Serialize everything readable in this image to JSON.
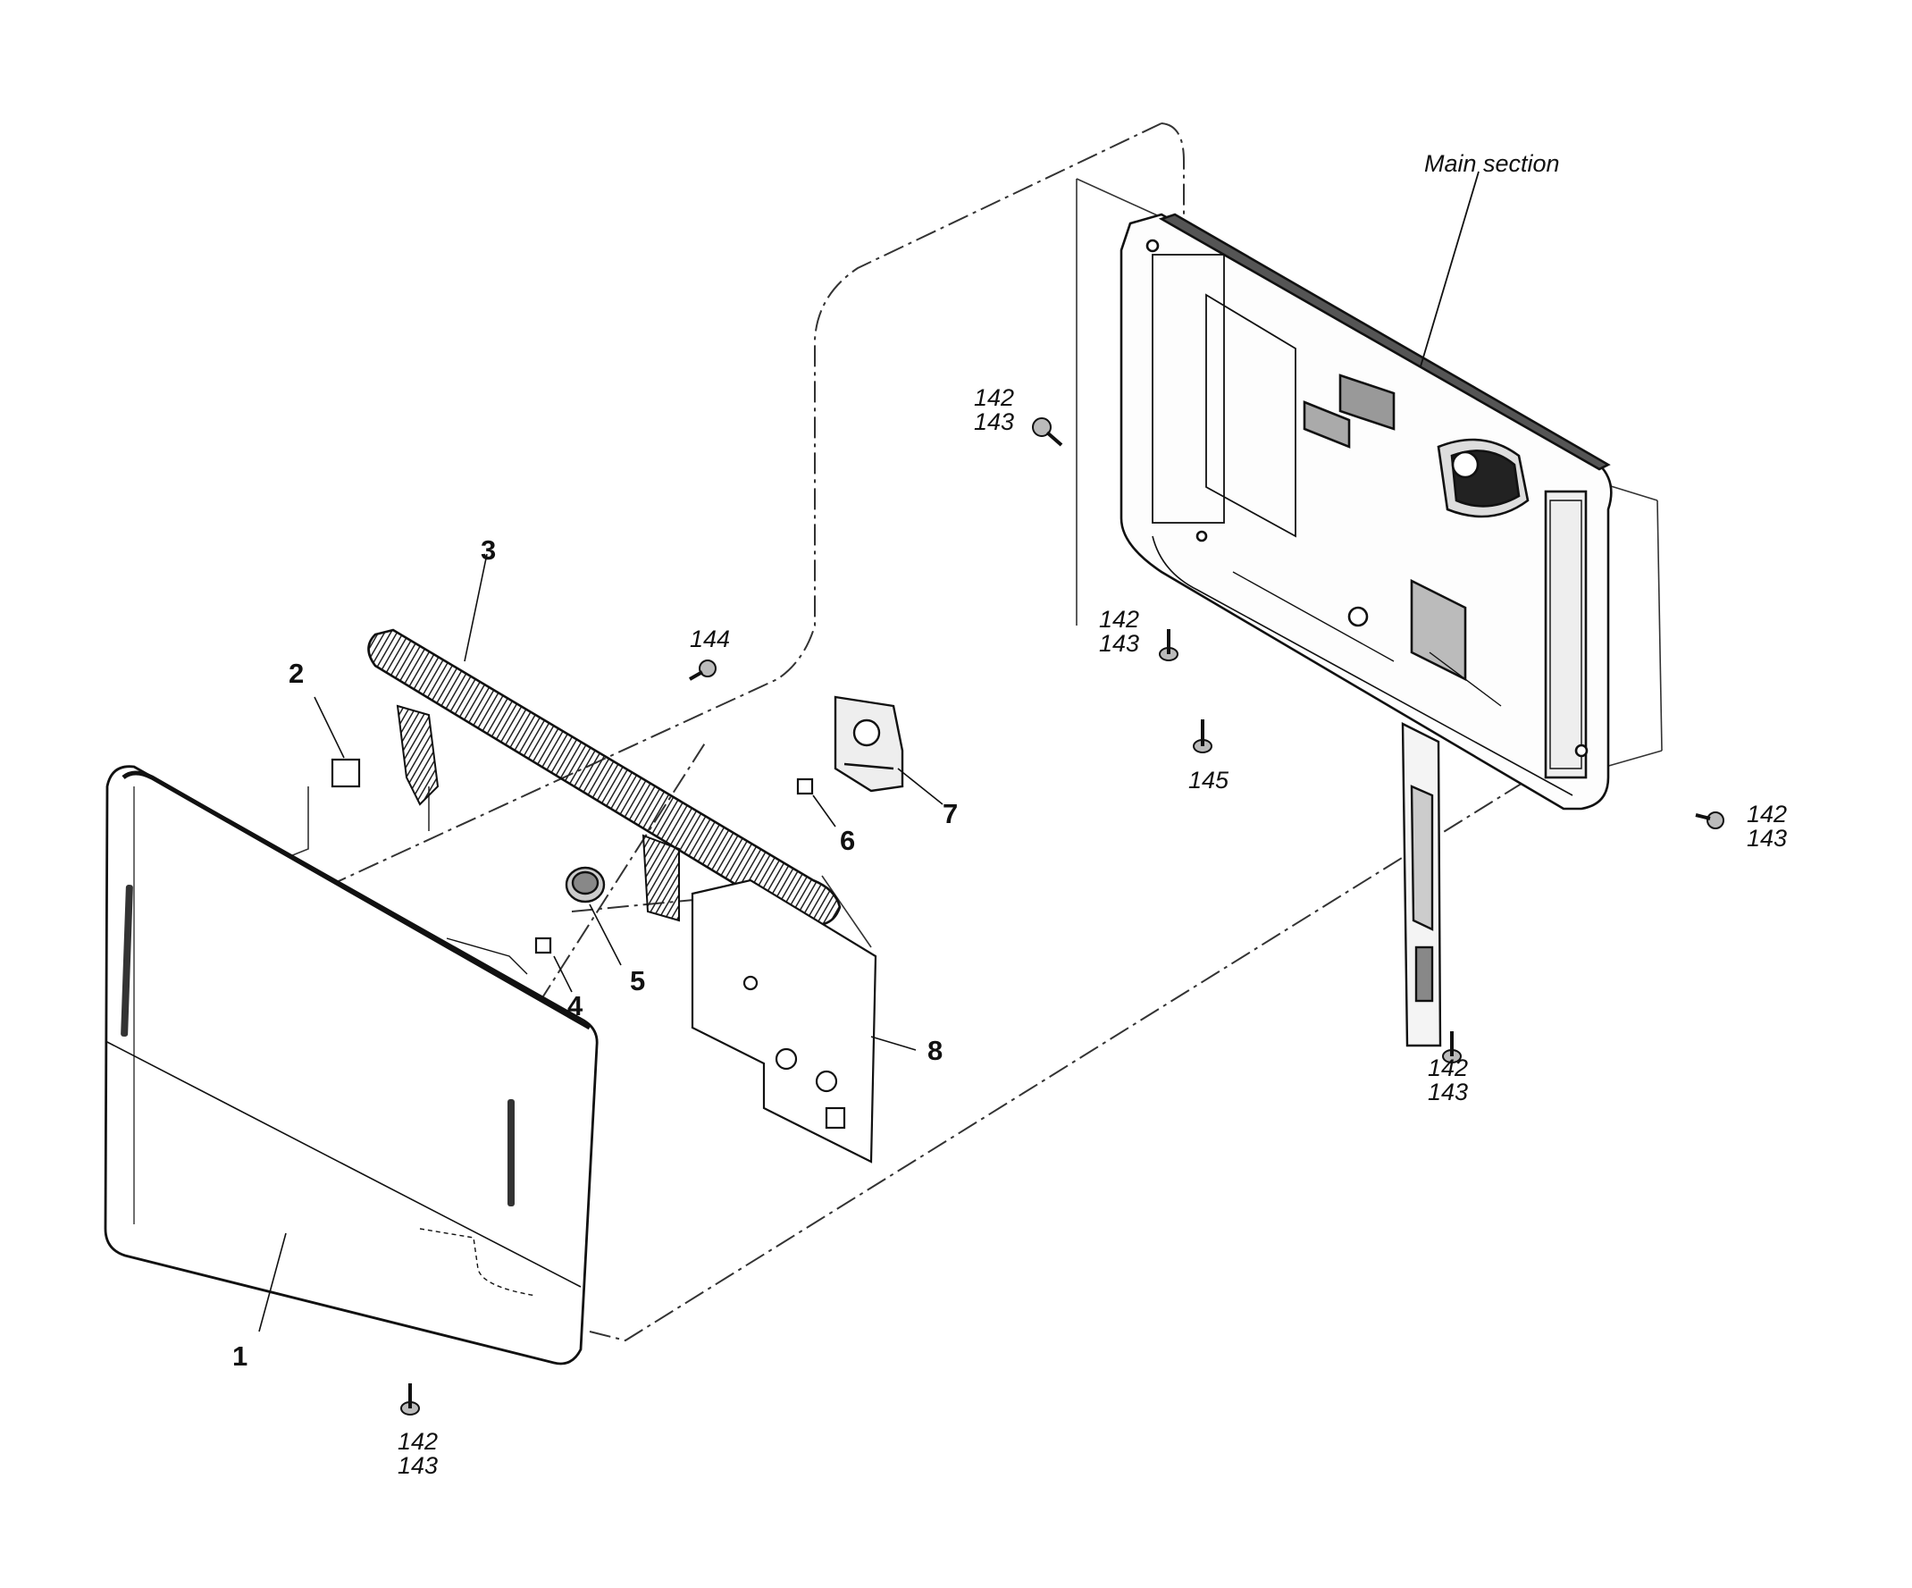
{
  "section_label": "Main section",
  "callouts": [
    {
      "id": "1",
      "text": "1"
    },
    {
      "id": "2",
      "text": "2"
    },
    {
      "id": "3",
      "text": "3"
    },
    {
      "id": "4",
      "text": "4"
    },
    {
      "id": "5",
      "text": "5"
    },
    {
      "id": "6",
      "text": "6"
    },
    {
      "id": "7",
      "text": "7"
    },
    {
      "id": "8",
      "text": "8"
    }
  ],
  "screw_refs": {
    "top_left": [
      "142",
      "143"
    ],
    "mid_left": [
      "142",
      "143"
    ],
    "right": [
      "142",
      "143"
    ],
    "lower_right": [
      "142",
      "143"
    ],
    "bottom_left": [
      "142",
      "143"
    ],
    "center": "144",
    "center_low": "145"
  }
}
